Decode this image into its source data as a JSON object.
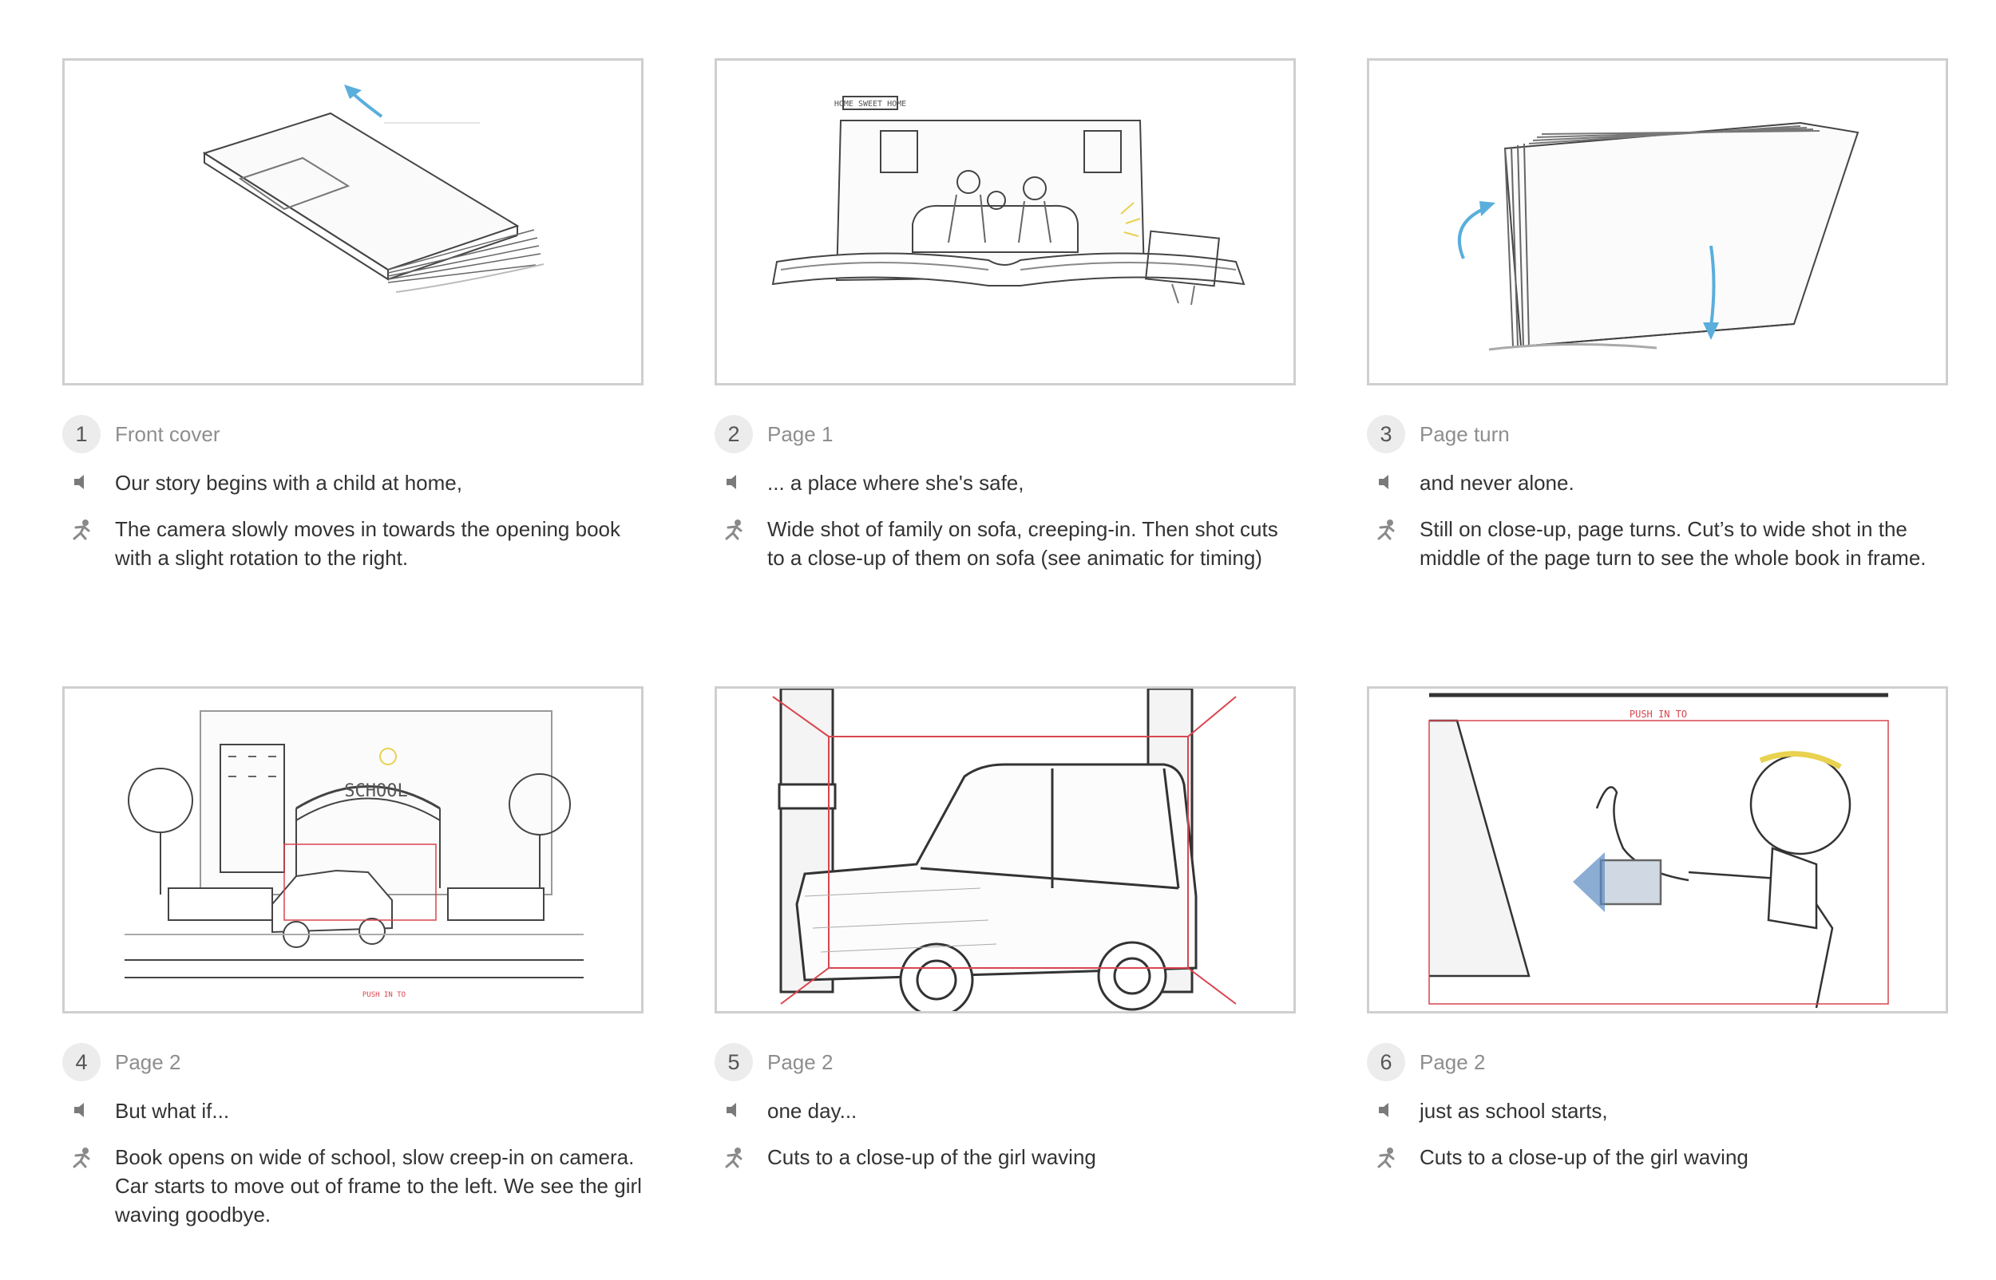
{
  "panels": [
    {
      "number": "1",
      "page": "Front cover",
      "audio": "Our story begins with a child at home,",
      "action": "The camera slowly moves in towards the opening book with a slight rotation to the right."
    },
    {
      "number": "2",
      "page": "Page 1",
      "audio": "... a place where she's safe,",
      "action": "Wide shot of family on sofa, creeping-in. Then shot cuts to a close-up of them on sofa (see animatic for timing)"
    },
    {
      "number": "3",
      "page": "Page turn",
      "audio": "and never alone.",
      "action": "Still on close-up, page turns. Cut’s to wide shot in the middle of the page turn to see the whole book in frame."
    },
    {
      "number": "4",
      "page": "Page 2",
      "audio": "But what if...",
      "action": "Book opens on wide of school, slow creep-in on camera. Car starts to move out of frame to the left. We see the girl waving goodbye."
    },
    {
      "number": "5",
      "page": "Page 2",
      "audio": "one day...",
      "action": "Cuts to a close-up of the girl waving"
    },
    {
      "number": "6",
      "page": "Page 2",
      "audio": "just as school starts,",
      "action": "Cuts to a close-up of the girl waving"
    }
  ],
  "sketch_text": {
    "banner": "HOME SWEET HOME",
    "school_sign": "SCHOOL",
    "push_in_note": "PUSH IN TO",
    "push_in_small": "PUSH IN TO"
  },
  "icons": {
    "audio": "speaker-icon",
    "action": "running-figure-icon"
  },
  "colors": {
    "frame_border": "#cfcfcf",
    "accent_arrow": "#5aaedb",
    "red_guide": "#d9454f",
    "number_bg": "#ececec"
  }
}
